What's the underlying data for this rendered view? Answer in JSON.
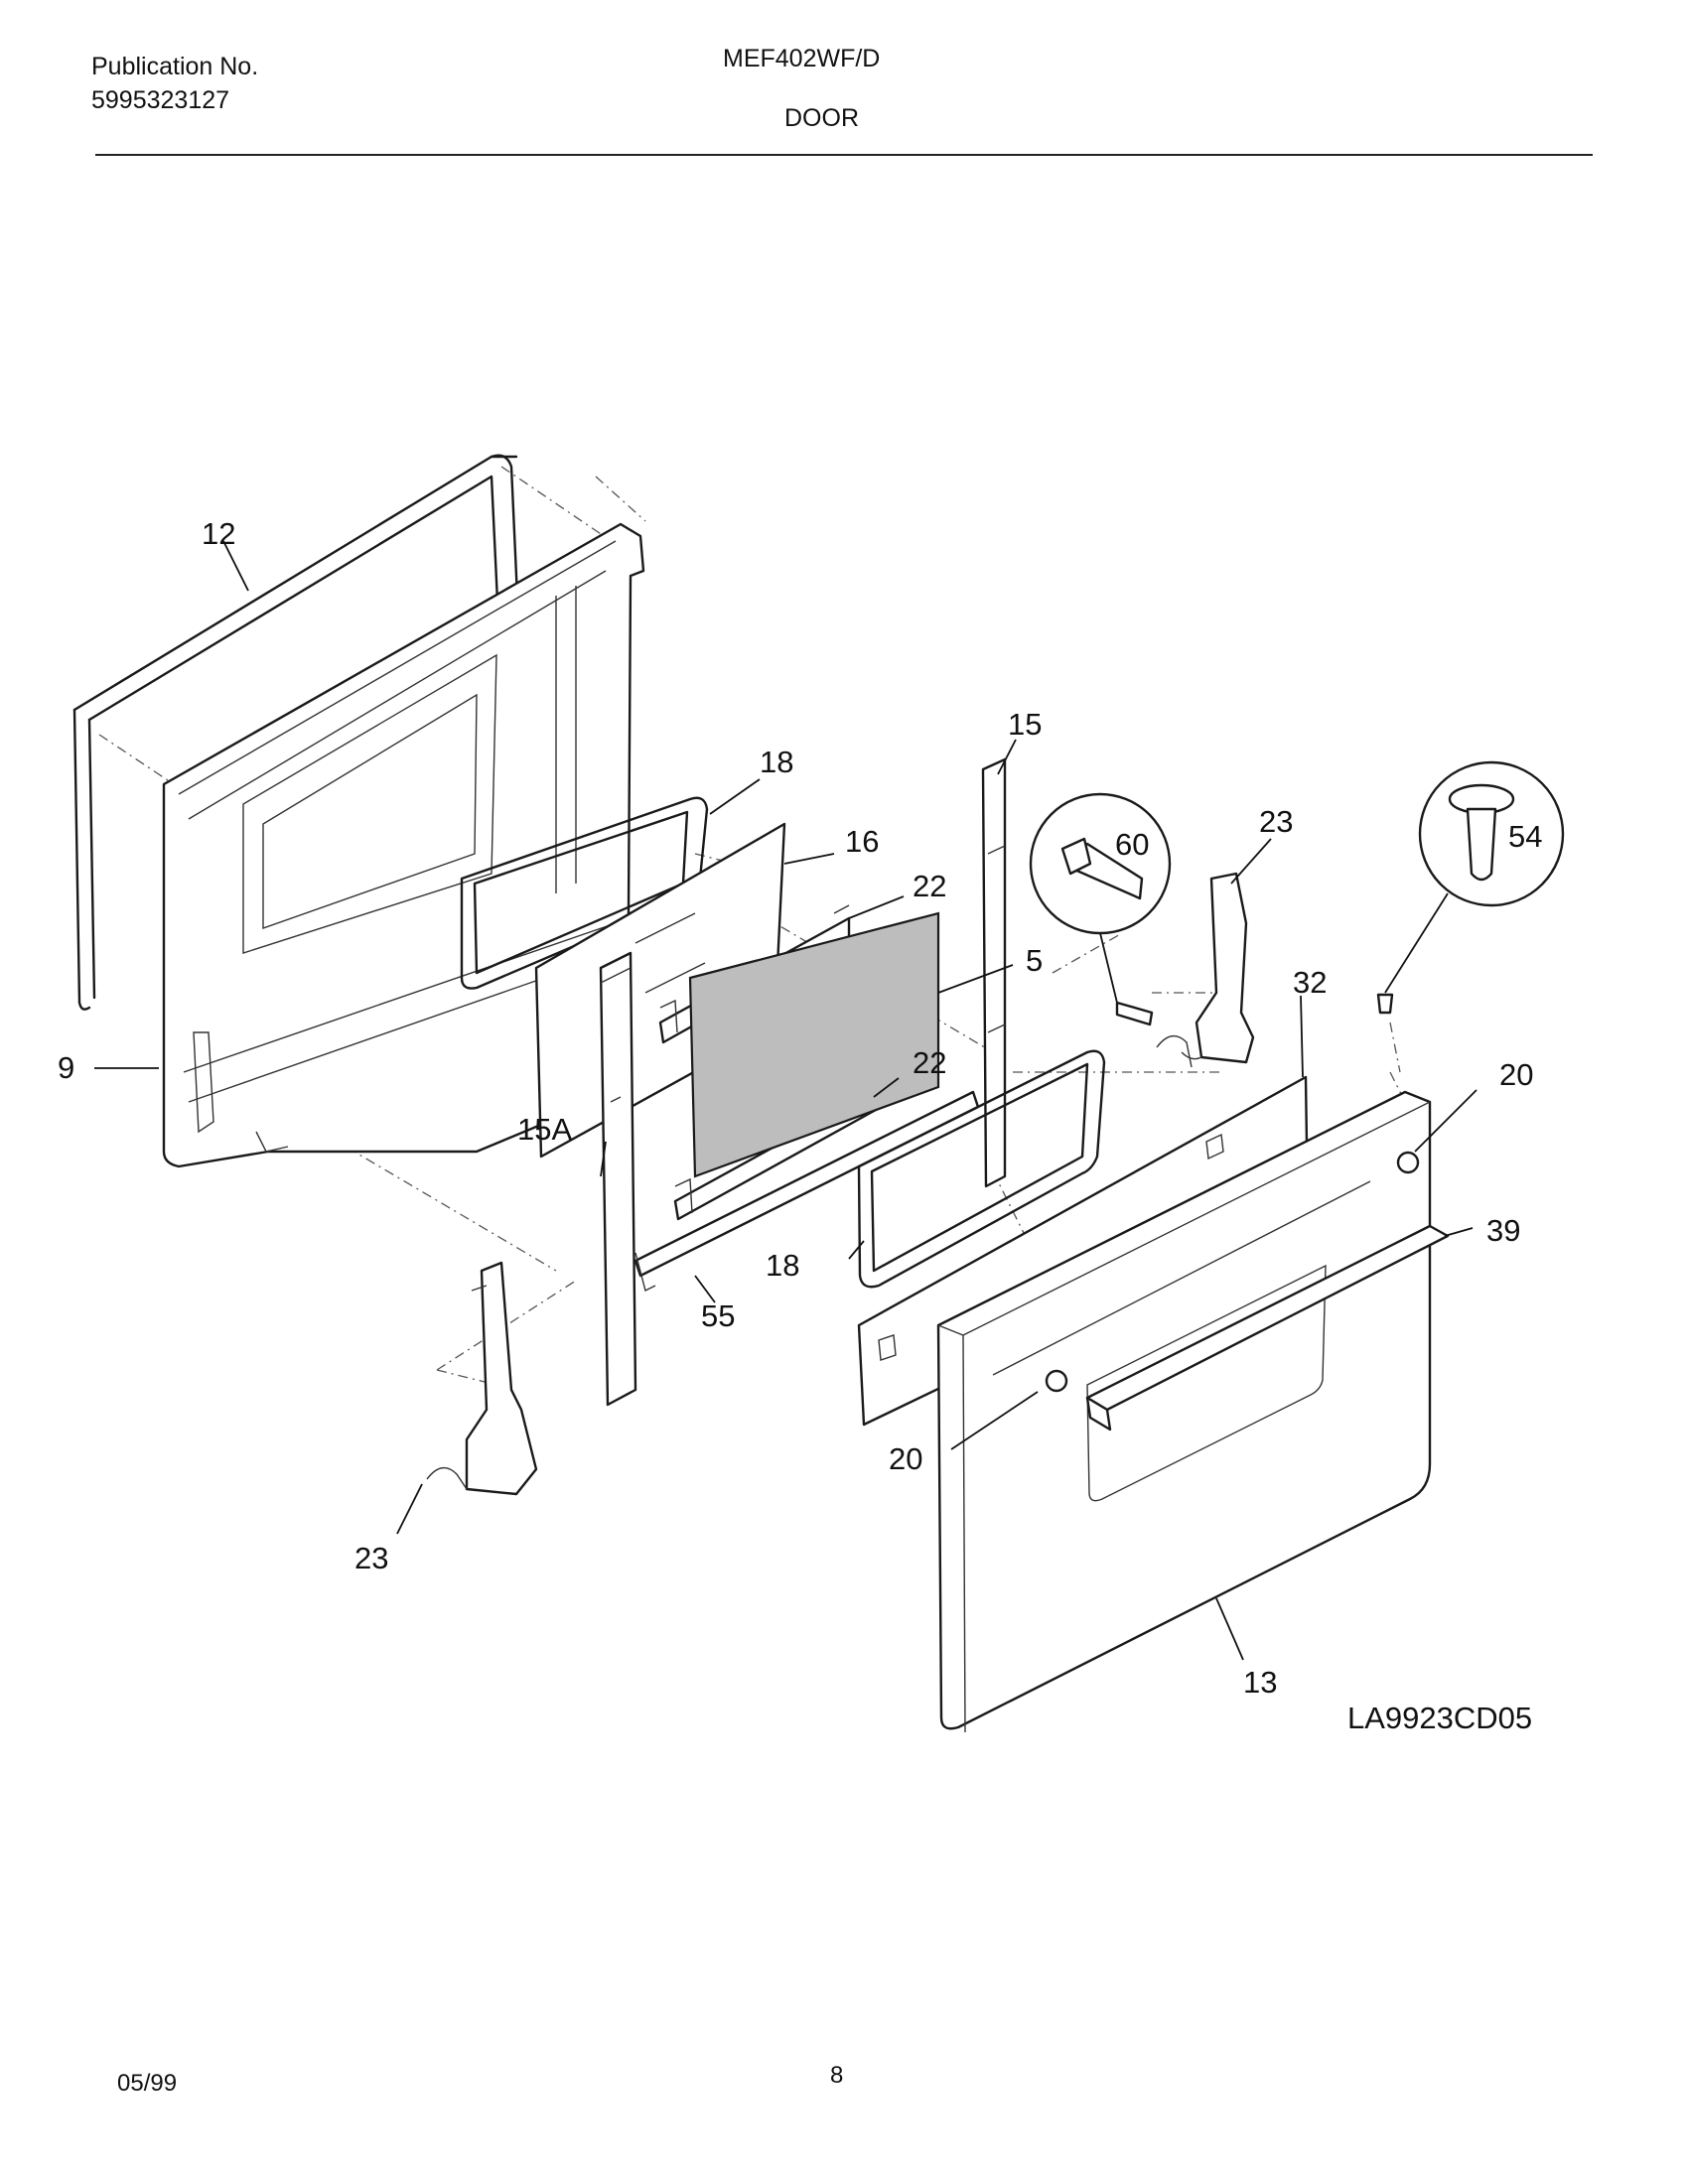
{
  "header": {
    "publication_label": "Publication No.",
    "publication_number": "5995323127",
    "model": "MEF402WF/D",
    "section": "DOOR"
  },
  "diagram": {
    "code": "LA9923CD05",
    "callouts": {
      "c12": "12",
      "c9": "9",
      "c18_top": "18",
      "c16": "16",
      "c15": "15",
      "c15a": "15A",
      "c22_top": "22",
      "c22_bottom": "22",
      "c5": "5",
      "c60": "60",
      "c23_right": "23",
      "c54": "54",
      "c32": "32",
      "c20_right": "20",
      "c39": "39",
      "c18_bottom": "18",
      "c55": "55",
      "c20_left": "20",
      "c23_left": "23",
      "c13": "13"
    }
  },
  "footer": {
    "date": "05/99",
    "page": "8"
  }
}
